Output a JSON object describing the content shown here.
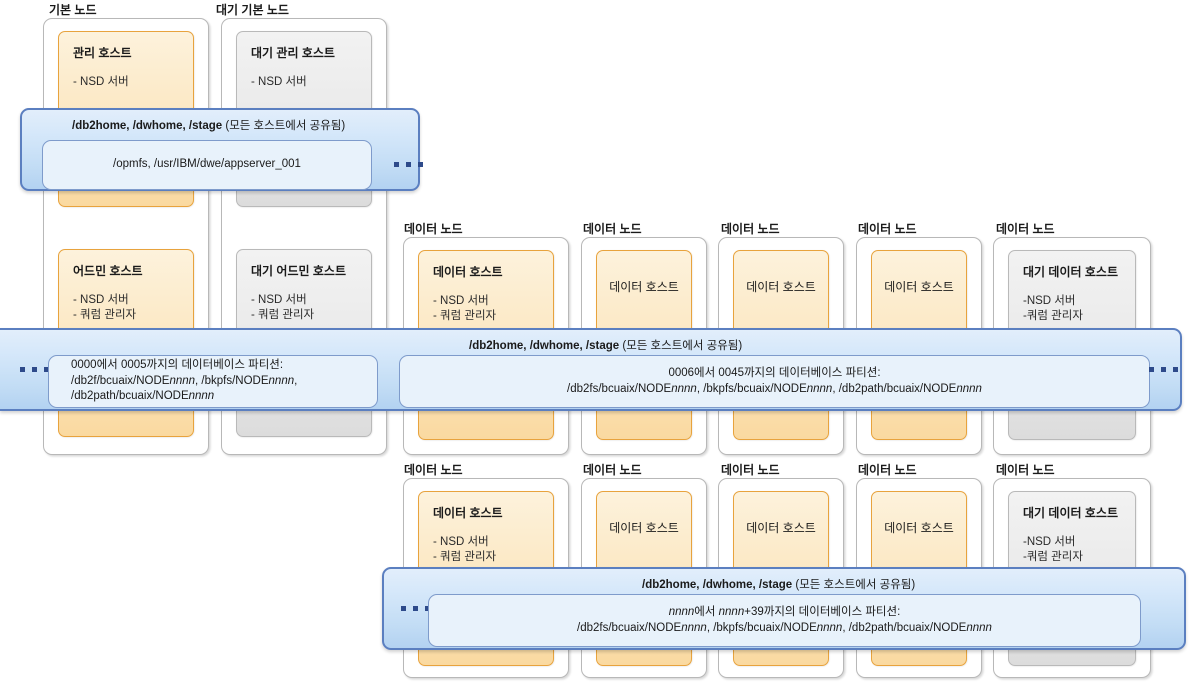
{
  "diagram": {
    "title": "BCU cluster shared file system layout",
    "colors": {
      "host_accent": "#e8a33d",
      "host_fill": "#fbe6bf",
      "standby_fill": "#e9e9e9",
      "banner_border": "#5b7fc0",
      "banner_fill": "#c3ddf5",
      "inner_card_fill": "#e8f2fb"
    }
  },
  "node_labels": {
    "primary": "기본 노드",
    "standby_primary": "대기 기본 노드",
    "data": "데이터 노드"
  },
  "hosts": {
    "admin_host": {
      "title": "관리 호스트",
      "bullets": "- NSD 서버"
    },
    "standby_admin_host": {
      "title": "대기 관리 호스트",
      "bullets": "- NSD 서버"
    },
    "admin2_host": {
      "title": "어드민 호스트",
      "bullets": "- NSD 서버\n- 쿼럼 관리자"
    },
    "standby_admin2_host": {
      "title": "대기 어드민 호스트",
      "bullets": "- NSD 서버\n- 쿼럼 관리자"
    },
    "data_host_primary": {
      "title": "데이터 호스트",
      "bullets": "- NSD 서버\n- 쿼럼 관리자"
    },
    "data_host": {
      "title": "데이터 호스트",
      "bullets": ""
    },
    "standby_data_host": {
      "title": "대기 데이터 호스트",
      "bullets": "-NSD 서버\n-쿼럼 관리자"
    }
  },
  "banners": {
    "top": {
      "title_bold": "/db2home, /dwhome, /stage",
      "title_rest": " (모든 호스트에서 공유됨)",
      "card_text": "/opmfs, /usr/IBM/dwe/appserver_001"
    },
    "middle": {
      "title_bold": "/db2home, /dwhome, /stage",
      "title_rest": " (모든 호스트에서 공유됨)",
      "left_card_line1": "0000에서 0005까지의 데이터베이스 파티션:",
      "left_card_line2_a": "/db2f/bcuaix/NODE",
      "left_card_line2_b": "nnnn",
      "left_card_line2_c": ", /bkpfs/NODE",
      "left_card_line2_d": "nnnn",
      "left_card_line2_e": ",",
      "left_card_line3_a": "/db2path/bcuaix/NODE",
      "left_card_line3_b": "nnnn",
      "main_card_line1": "0006에서 0045까지의 데이터베이스 파티션:",
      "main_card_line2_a": "/db2fs/bcuaix/NODE",
      "main_card_line2_b": "nnnn",
      "main_card_line2_c": ", /bkpfs/bcuaix/NODE",
      "main_card_line2_d": "nnnn",
      "main_card_line2_e": ", /db2path/bcuaix/NODE",
      "main_card_line2_f": "nnnn"
    },
    "bottom": {
      "title_bold": "/db2home, /dwhome, /stage",
      "title_rest": " (모든 호스트에서 공유됨)",
      "card_line1_a": "nnnn",
      "card_line1_b": "에서 ",
      "card_line1_c": "nnnn",
      "card_line1_d": "+39까지의 데이터베이스 파티션:",
      "card_line2_a": "/db2fs/bcuaix/NODE",
      "card_line2_b": "nnnn",
      "card_line2_c": ", /bkpfs/bcuaix/NODE",
      "card_line2_d": "nnnn",
      "card_line2_e": ", /db2path/bcuaix/NODE",
      "card_line2_f": "nnnn"
    }
  }
}
